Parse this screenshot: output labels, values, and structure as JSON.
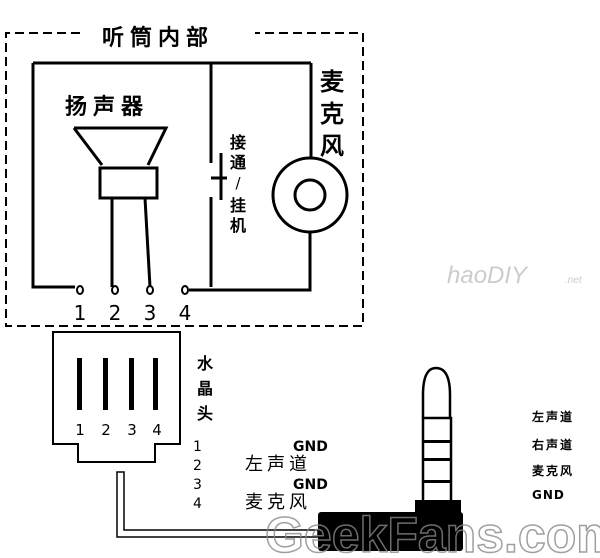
{
  "handset": {
    "title": "听筒内部",
    "speaker_label": "扬声器",
    "switch_label": [
      "接",
      "通",
      "/",
      "挂",
      "机"
    ],
    "mic_label": [
      "麦",
      "克",
      "风"
    ],
    "terminals": [
      "1",
      "2",
      "3",
      "4"
    ]
  },
  "rj_plug": {
    "label": [
      "水",
      "晶",
      "头"
    ],
    "pins": [
      "1",
      "2",
      "3",
      "4"
    ]
  },
  "pin_map": [
    {
      "pin": "1",
      "signal": "GND"
    },
    {
      "pin": "2",
      "signal": "左声道"
    },
    {
      "pin": "3",
      "signal": "GND"
    },
    {
      "pin": "4",
      "signal": "麦克风"
    }
  ],
  "trrs_plug": {
    "segments": [
      "左声道",
      "右声道",
      "麦克风",
      "GND"
    ]
  },
  "watermarks": [
    "haoDIY.net",
    "GeekFans.com"
  ]
}
